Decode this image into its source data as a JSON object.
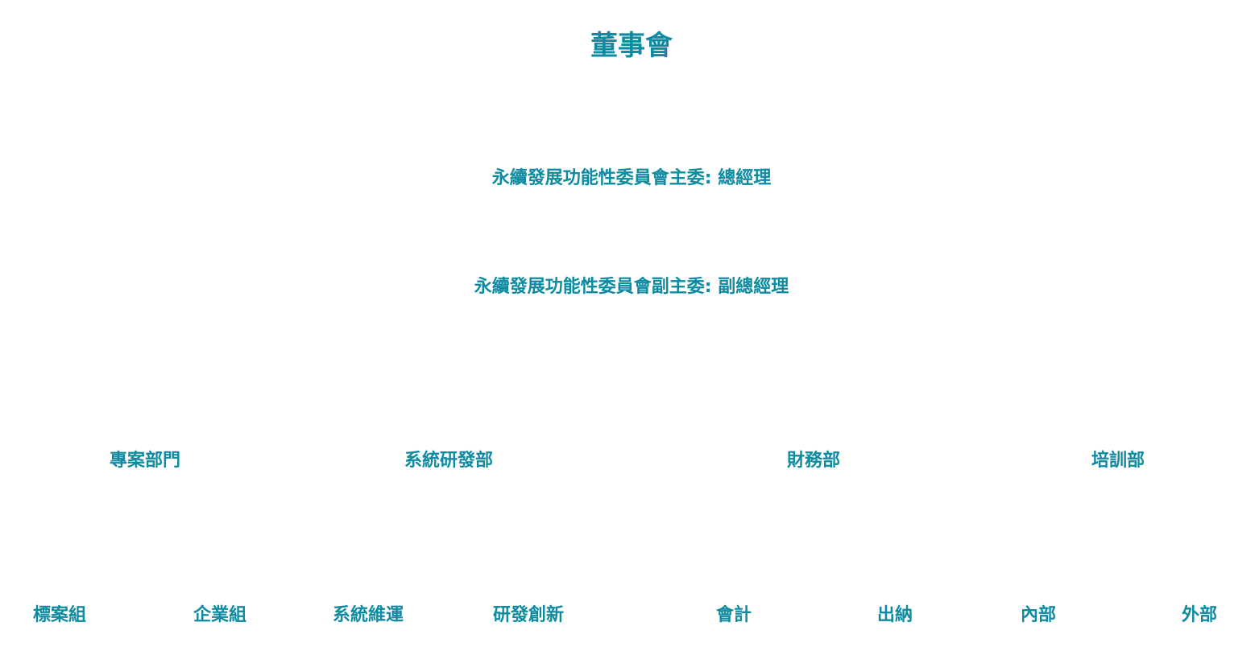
{
  "org_chart": {
    "board": "董事會",
    "chair": "永續發展功能性委員會主委: 總經理",
    "vice_chair": "永續發展功能性委員會副主委: 副總經理",
    "departments": [
      "專案部門",
      "系統研發部",
      "財務部",
      "培訓部"
    ],
    "teams": [
      "標案組",
      "企業組",
      "系統維運",
      "研發創新",
      "會計",
      "出納",
      "內部",
      "外部"
    ]
  },
  "colors": {
    "text": "#0e8ba0",
    "background": "#ffffff"
  }
}
